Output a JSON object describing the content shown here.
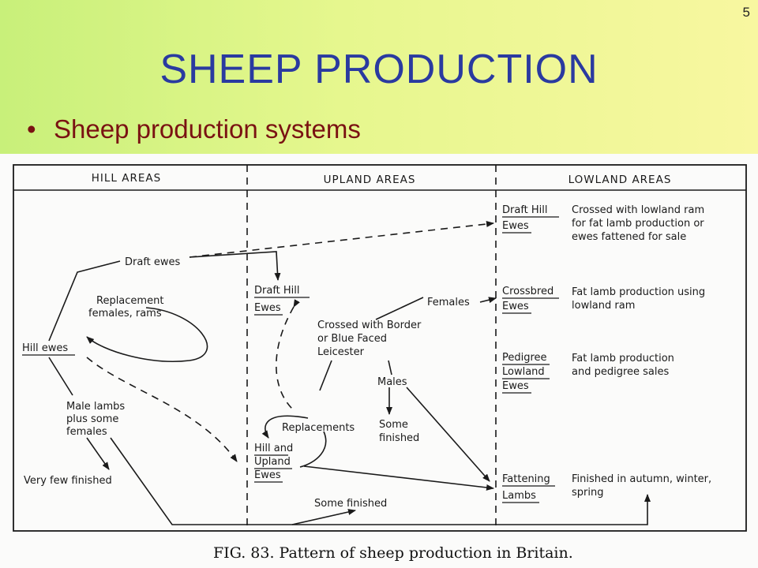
{
  "slide": {
    "page_number": "5",
    "title": "SHEEP PRODUCTION",
    "bullet": "Sheep production systems"
  },
  "figure": {
    "headers": {
      "hill": "HILL AREAS",
      "upland": "UPLAND AREAS",
      "lowland": "LOWLAND AREAS"
    },
    "nodes": {
      "draft_ewes": "Draft ewes",
      "replacement_1": "Replacement",
      "replacement_2": "females, rams",
      "hill_ewes": "Hill ewes",
      "male_lambs_1": "Male lambs",
      "male_lambs_2": "plus some",
      "male_lambs_3": "females",
      "very_few_finished": "Very few finished",
      "draft_hill_ewes_1": "Draft Hill",
      "draft_hill_ewes_2": "Ewes",
      "crossed_1": "Crossed with Border",
      "crossed_2": "or Blue Faced",
      "crossed_3": "Leicester",
      "females": "Females",
      "males": "Males",
      "some_finished_1": "Some",
      "some_finished_2": "finished",
      "replacements": "Replacements",
      "hill_upland_1": "Hill and",
      "hill_upland_2": "Upland",
      "hill_upland_3": "Ewes",
      "some_finished_bottom": "Some finished",
      "low_draft_1": "Draft Hill",
      "low_draft_2": "Ewes",
      "low_draft_desc_1": "Crossed with lowland ram",
      "low_draft_desc_2": "for fat lamb production or",
      "low_draft_desc_3": "ewes fattened for sale",
      "crossbred_1": "Crossbred",
      "crossbred_2": "Ewes",
      "crossbred_desc_1": "Fat lamb production using",
      "crossbred_desc_2": "lowland ram",
      "pedigree_1": "Pedigree",
      "pedigree_2": "Lowland",
      "pedigree_3": "Ewes",
      "pedigree_desc_1": "Fat lamb production",
      "pedigree_desc_2": "and pedigree sales",
      "fattening_1": "Fattening",
      "fattening_2": "Lambs",
      "fattening_desc_1": "Finished in autumn, winter,",
      "fattening_desc_2": "spring"
    },
    "caption": "FIG. 83. Pattern of sheep production in Britain."
  }
}
